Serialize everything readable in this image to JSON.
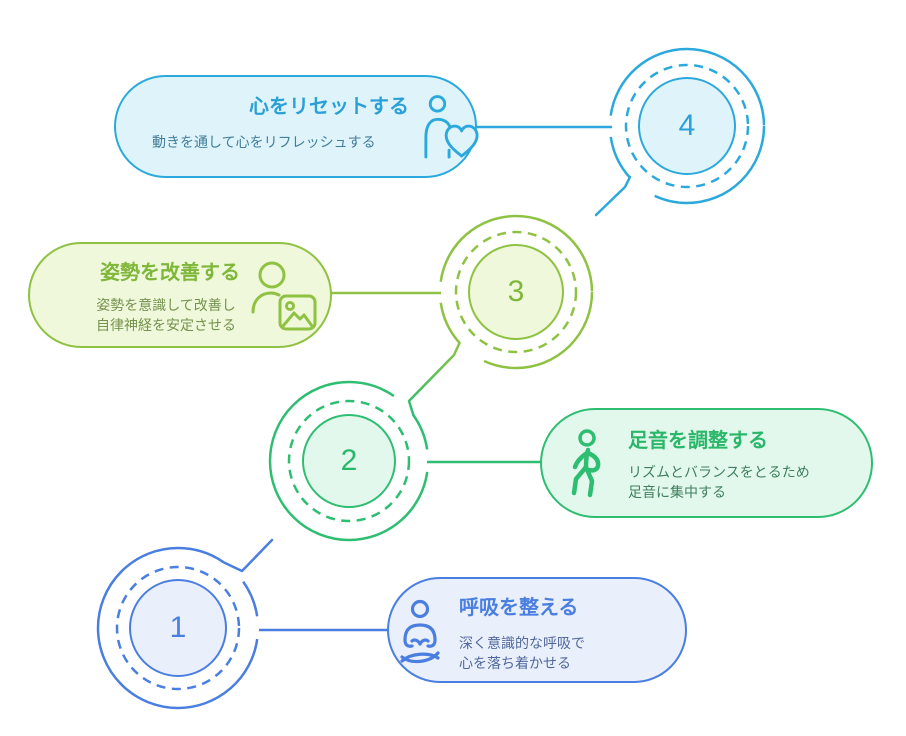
{
  "canvas": {
    "background": "#FFFFFF"
  },
  "steps": [
    {
      "number": "1",
      "title": "呼吸を整える",
      "subtitle_lines": [
        "深く意識的な呼吸で",
        "心を落ち着かせる"
      ],
      "icon": "meditation-icon",
      "color": "#4A7EE0",
      "fill": "#E9EFFB",
      "title_color": "#4A7EE0",
      "subtitle_color": "#50689E"
    },
    {
      "number": "2",
      "title": "足音を調整する",
      "subtitle_lines": [
        "リズムとバランスをとるため",
        "足音に集中する"
      ],
      "icon": "walking-person-icon",
      "color": "#2EBE71",
      "fill": "#E3F8EC",
      "title_color": "#2BB76A",
      "subtitle_color": "#3F7F5E"
    },
    {
      "number": "3",
      "title": "姿勢を改善する",
      "subtitle_lines": [
        "姿勢を意識して改善し",
        "自律神経を安定させる"
      ],
      "icon": "person-photo-icon",
      "color": "#8FC243",
      "fill": "#EFF8DB",
      "title_color": "#7FB73A",
      "subtitle_color": "#75924E"
    },
    {
      "number": "4",
      "title": "心をリセットする",
      "subtitle_lines": [
        "動きを通して心をリフレッシュする"
      ],
      "icon": "person-heart-icon",
      "color": "#2BA9DC",
      "fill": "#DFF3FB",
      "title_color": "#2BA0D6",
      "subtitle_color": "#417E9B"
    }
  ]
}
